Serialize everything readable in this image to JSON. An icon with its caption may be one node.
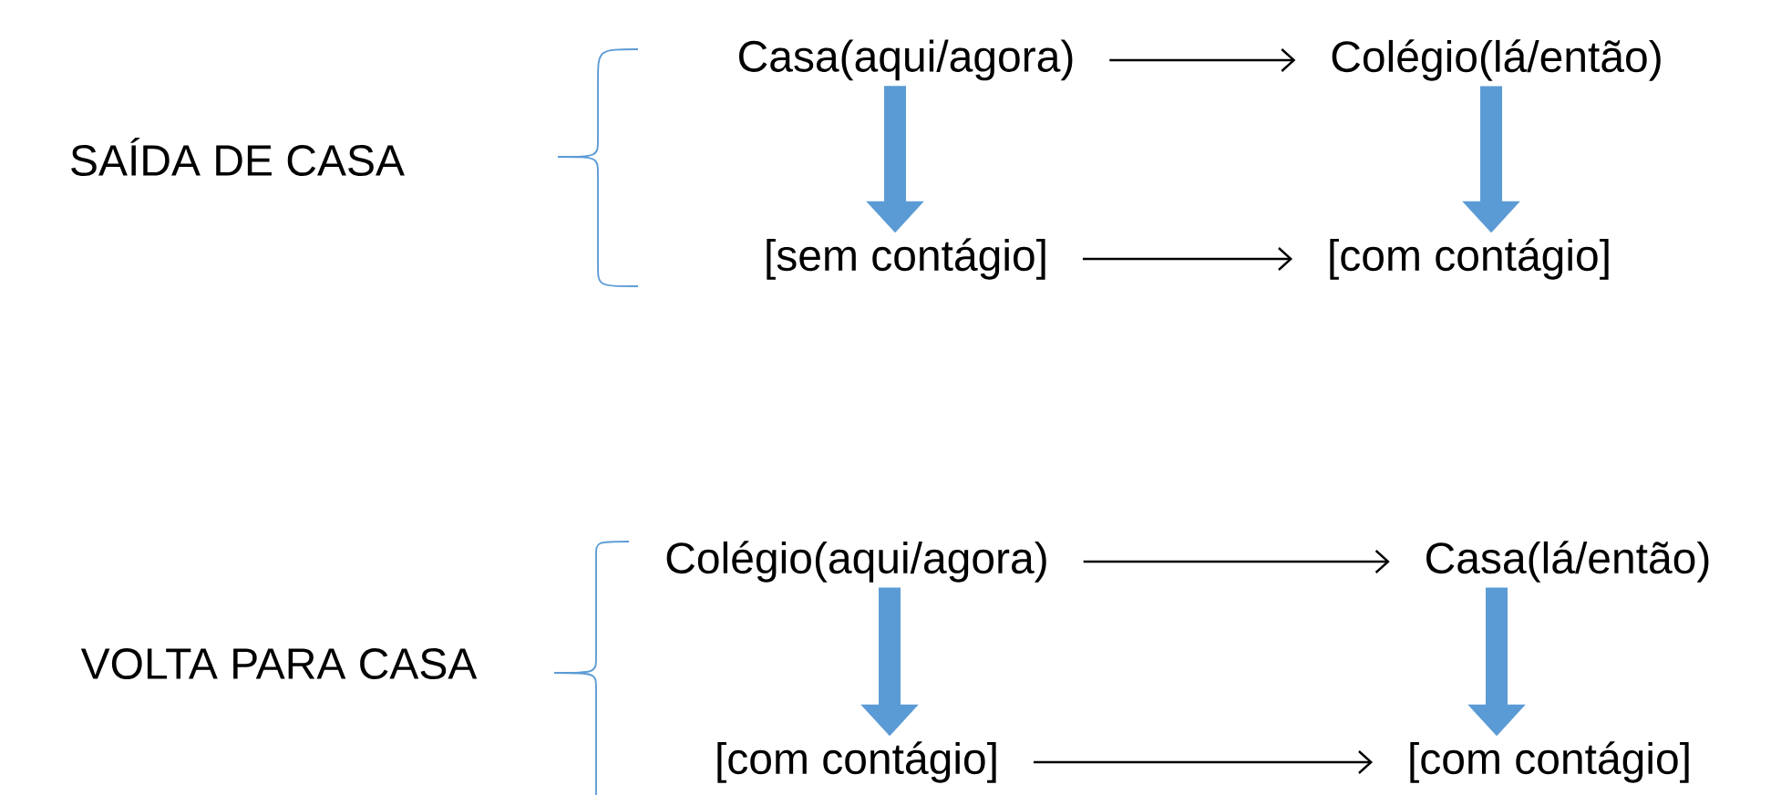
{
  "diagram": {
    "nodes": [
      {
        "text": [
          "SAÍDA DE CASA"
        ]
      },
      {
        "text": [
          "Casa(aqui/agora)"
        ]
      },
      {
        "text": [
          "Colégio(lá/então)"
        ]
      },
      {
        "text": [
          "[sem contágio]"
        ]
      },
      {
        "text": [
          "[com contágio]"
        ]
      },
      {
        "text": [
          "VOLTA PARA CASA"
        ]
      },
      {
        "text": [
          "Colégio(aqui/agora)"
        ]
      },
      {
        "text": [
          "Casa(lá/então)"
        ]
      },
      {
        "text": [
          "[com contágio]"
        ]
      },
      {
        "text": [
          "[com contágio]"
        ]
      }
    ],
    "edges": [
      {
        "from": 1,
        "to": 2,
        "arrow": "to"
      },
      {
        "from": 1,
        "to": 3,
        "arrow": "to",
        "style": "thick",
        "color": "#5b9bd5"
      },
      {
        "from": 2,
        "to": 4,
        "arrow": "to",
        "style": "thick",
        "color": "#5b9bd5"
      },
      {
        "from": 3,
        "to": 4,
        "arrow": "to"
      },
      {
        "from": 6,
        "to": 7,
        "arrow": "to"
      },
      {
        "from": 6,
        "to": 8,
        "arrow": "to",
        "style": "thick",
        "color": "#5b9bd5"
      },
      {
        "from": 7,
        "to": 9,
        "arrow": "to",
        "style": "thick",
        "color": "#5b9bd5"
      },
      {
        "from": 8,
        "to": 9,
        "arrow": "to"
      }
    ]
  }
}
